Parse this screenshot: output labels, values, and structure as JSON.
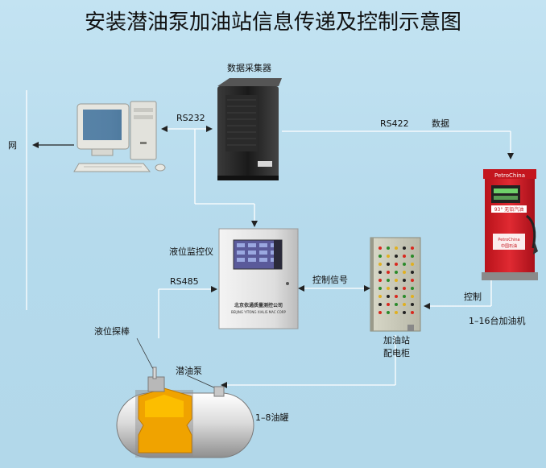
{
  "title": "安装潜油泵加油站信息传递及控制示意图",
  "labels": {
    "network": "网",
    "collector": "数据采集器",
    "rs232": "RS232",
    "rs422": "RS422",
    "data": "数据",
    "level_monitor": "液位监控仪",
    "rs485": "RS485",
    "control_signal": "控制信号",
    "control": "控制",
    "dispensers": "1–16台加油机",
    "level_probe": "液位探棒",
    "sub_pump": "潜油泵",
    "cabinet_line1": "加油站",
    "cabinet_line2": "配电柜",
    "tanks": "1–8油罐"
  },
  "device_text": {
    "monitor_company": "北京依通质量测控公司",
    "monitor_company_en": "BEIJING YITONG XIALIS MAC CORP",
    "pump_brand": "PetroChina",
    "pump_grade": "93° 无铅汽油",
    "pump_brand_lower": "PetroChina",
    "pump_lower_cn": "中国石油"
  },
  "colors": {
    "background": "#b8dcee",
    "line": "#ffffff",
    "pump_red": "#d3202a",
    "tank_fuel": "#f0a300"
  }
}
